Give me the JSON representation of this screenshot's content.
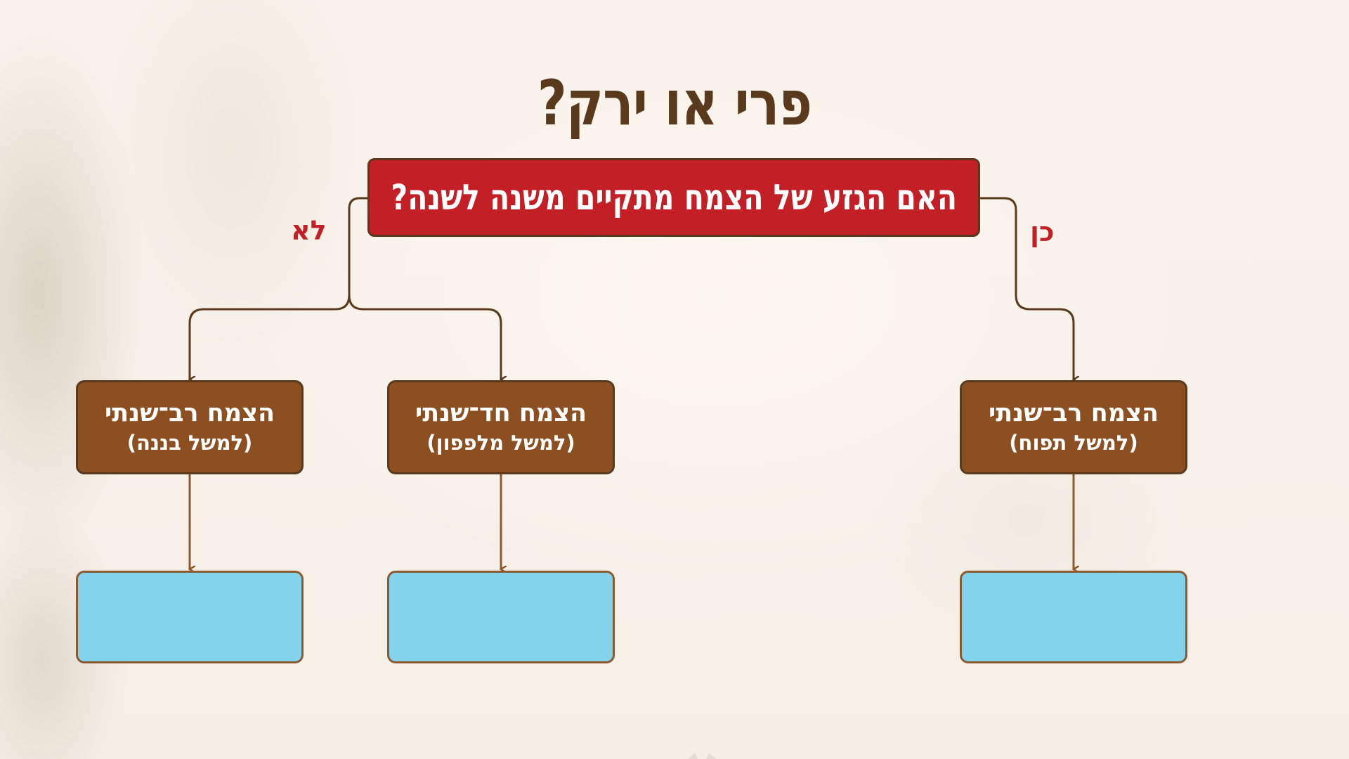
{
  "slide": {
    "title": "פרי או ירק?",
    "question": "האם הגזע של הצמח מתקיים משנה לשנה?",
    "branch_no": "לא",
    "branch_yes": "כן"
  },
  "nodes": [
    {
      "main": "הצמח רב־שנתי",
      "sub": "(למשל בננה)"
    },
    {
      "main": "הצמח חד־שנתי",
      "sub": "(למשל מלפפון)"
    },
    {
      "main": "הצמח רב־שנתי",
      "sub": "(למשל תפוח)"
    }
  ],
  "answers": [
    "",
    "",
    ""
  ],
  "colors": {
    "title": "#5a3a1c",
    "question_fill": "#c21f27",
    "branch_label": "#c21f27",
    "node_fill": "#8b4f22",
    "answer_fill": "#84d3ec",
    "connector": "#5a3a1c"
  }
}
